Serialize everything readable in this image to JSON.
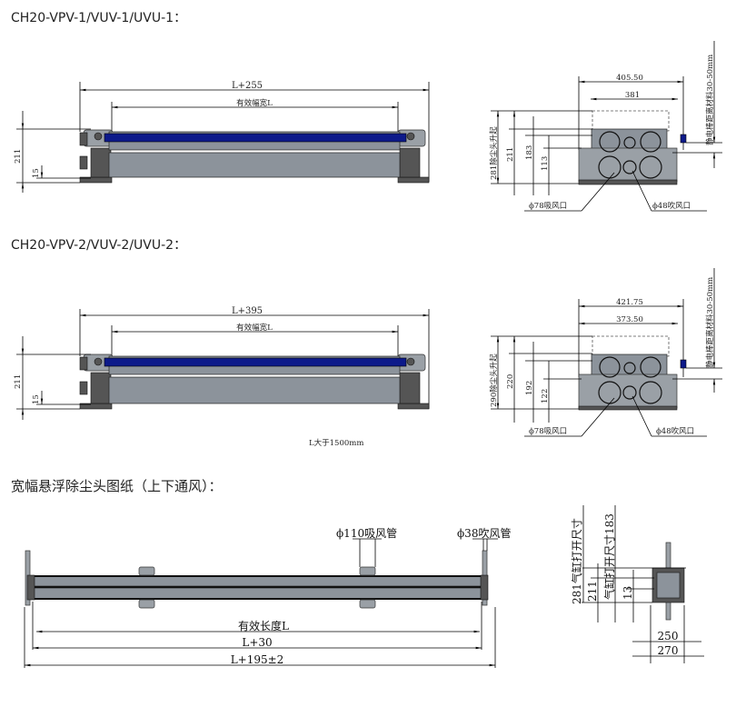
{
  "section1": {
    "title": "CH20-VPV-1/VUV-1/UVU-1：",
    "front": {
      "overall": "L+255",
      "effective": "有效幅宽L",
      "height": "211",
      "base": "15"
    },
    "side": {
      "width_outer": "405.50",
      "width_inner": "381",
      "lift": "281除尘头升起",
      "h211": "211",
      "h183": "183",
      "h113": "113",
      "suction": "ϕ78吸风口",
      "blow": "ϕ48吹风口",
      "distance": "静电棒距离材料30-50mm"
    }
  },
  "section2": {
    "title": "CH20-VPV-2/VUV-2/UVU-2：",
    "front": {
      "overall": "L+395",
      "effective": "有效幅宽L",
      "height": "211",
      "base": "15",
      "note": "L大于1500mm"
    },
    "side": {
      "width_outer": "421.75",
      "width_inner": "373.50",
      "lift": "290除尘头升起",
      "h220": "220",
      "h192": "192",
      "h122": "122",
      "suction": "ϕ78吸风口",
      "blow": "ϕ48吹风口",
      "distance": "静电棒距离材料30-50mm"
    }
  },
  "section3": {
    "title": "宽幅悬浮除尘头图纸（上下通风）：",
    "long": {
      "suction_pipe": "ϕ110吸风管",
      "blow_pipe": "ϕ38吹风管",
      "effective": "有效长度L",
      "l30": "L+30",
      "overall": "L+195±2"
    },
    "side": {
      "cyl_281": "281气缸打开尺寸",
      "cyl_183": "气缸打开尺寸183",
      "h211": "211",
      "h13": "13",
      "w250": "250",
      "w270": "270"
    }
  },
  "colors": {
    "blue_bar": "#0d1a8a",
    "body_gray": "#8c939b"
  }
}
